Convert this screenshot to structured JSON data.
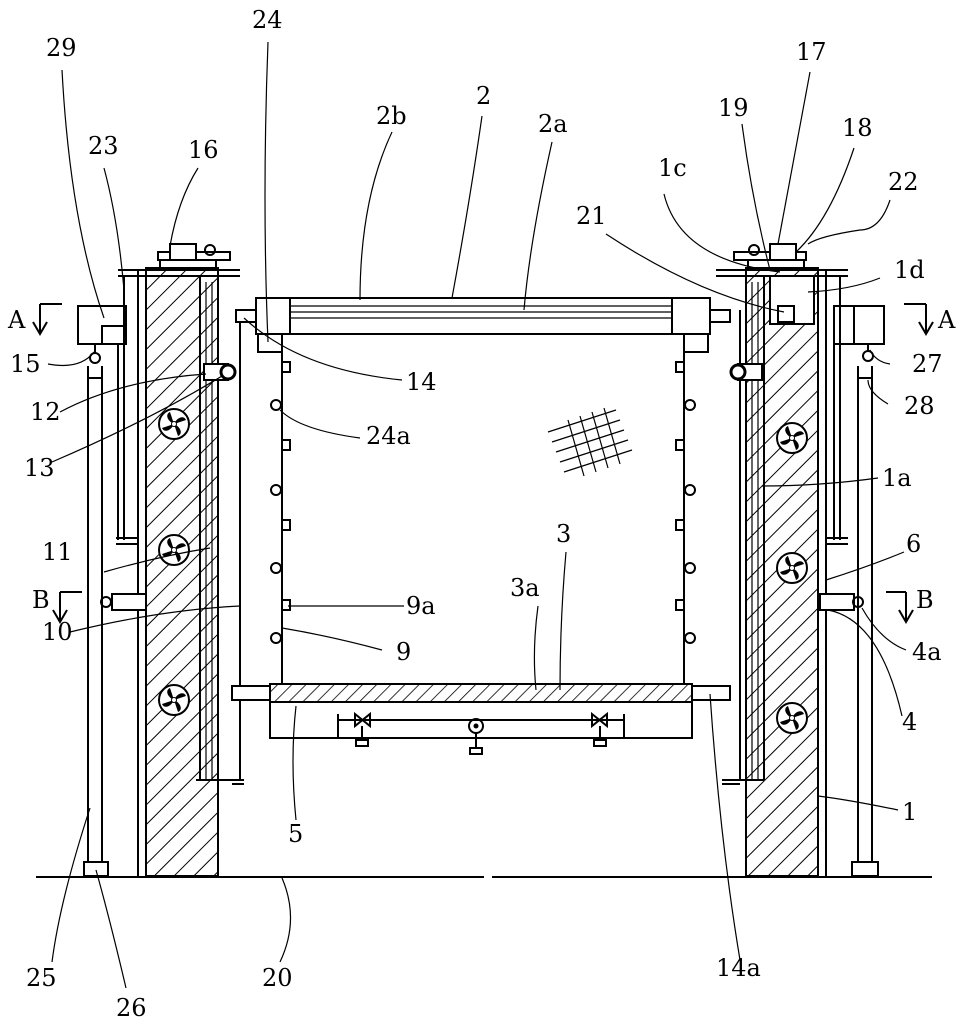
{
  "labels": {
    "l29": "29",
    "l23": "23",
    "l16": "16",
    "l24": "24",
    "l2b": "2b",
    "l2": "2",
    "l2a": "2a",
    "l17": "17",
    "l19": "19",
    "l18": "18",
    "l1c": "1c",
    "l22": "22",
    "l21": "21",
    "l1d": "1d",
    "lA_left": "A",
    "lA_right": "A",
    "l15": "15",
    "l14": "14",
    "l27": "27",
    "l12": "12",
    "l28": "28",
    "l24a": "24a",
    "l13": "13",
    "l1a": "1a",
    "l3": "3",
    "l11": "11",
    "l6": "6",
    "l3a": "3a",
    "lB_left": "B",
    "lB_right": "B",
    "l9a": "9a",
    "l10": "10",
    "l4a": "4a",
    "l9": "9",
    "l4": "4",
    "l5": "5",
    "l1": "1",
    "l25": "25",
    "l20": "20",
    "l14a": "14a",
    "l26": "26"
  }
}
